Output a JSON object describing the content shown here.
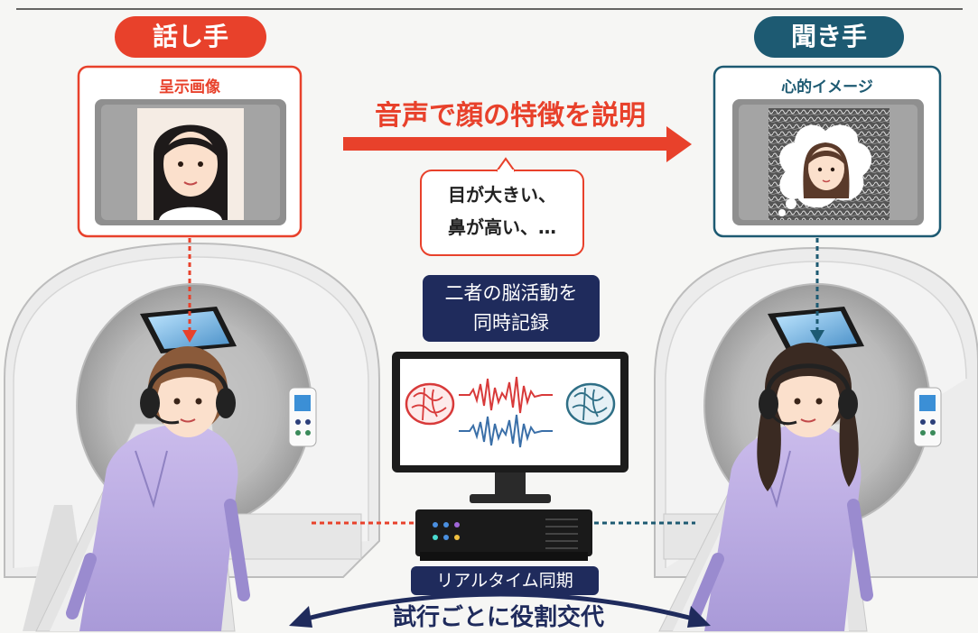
{
  "speaker": {
    "label": "話し手",
    "panel_label": "呈示画像"
  },
  "listener": {
    "label": "聞き手",
    "panel_label": "心的イメージ"
  },
  "description_arrow": {
    "label": "音声で顔の特徴を説明"
  },
  "speech_bubble": {
    "line1": "目が大きい、",
    "line2": "鼻が高い、…"
  },
  "recording_box": {
    "line1": "二者の脳活動を",
    "line2": "同時記録"
  },
  "sync_label": "リアルタイム同期",
  "role_swap_label": "試行ごとに役割交代",
  "colors": {
    "speaker_red": "#e8412b",
    "listener_teal": "#1d5a72",
    "navy": "#1f2b5c",
    "wave_blue": "#3a6fa8"
  }
}
